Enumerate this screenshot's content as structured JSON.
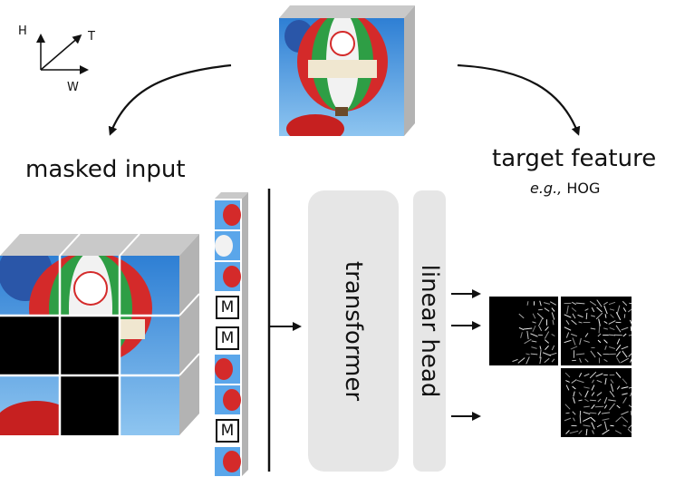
{
  "input_image": {
    "sky_top": "#2e7fd4",
    "sky_bottom": "#8ec5f0"
  },
  "axes": {
    "h": "H",
    "t": "T",
    "w": "W"
  },
  "labels": {
    "masked_input": "masked input",
    "target_feature": "target feature",
    "hog_prefix": "e.g.,",
    "hog": "HOG",
    "transformer": "transformer",
    "linear_head": "linear head",
    "mask_token": "M"
  },
  "token_column": {
    "tokens": [
      "patch",
      "patch",
      "patch",
      "M",
      "M",
      "patch",
      "patch",
      "M",
      "patch"
    ]
  },
  "colors": {
    "block": "#e6e6e6",
    "arrow": "#111111",
    "mask": "#000000",
    "cube_side": "#b3b3b3",
    "cube_top": "#c9c9c9"
  }
}
